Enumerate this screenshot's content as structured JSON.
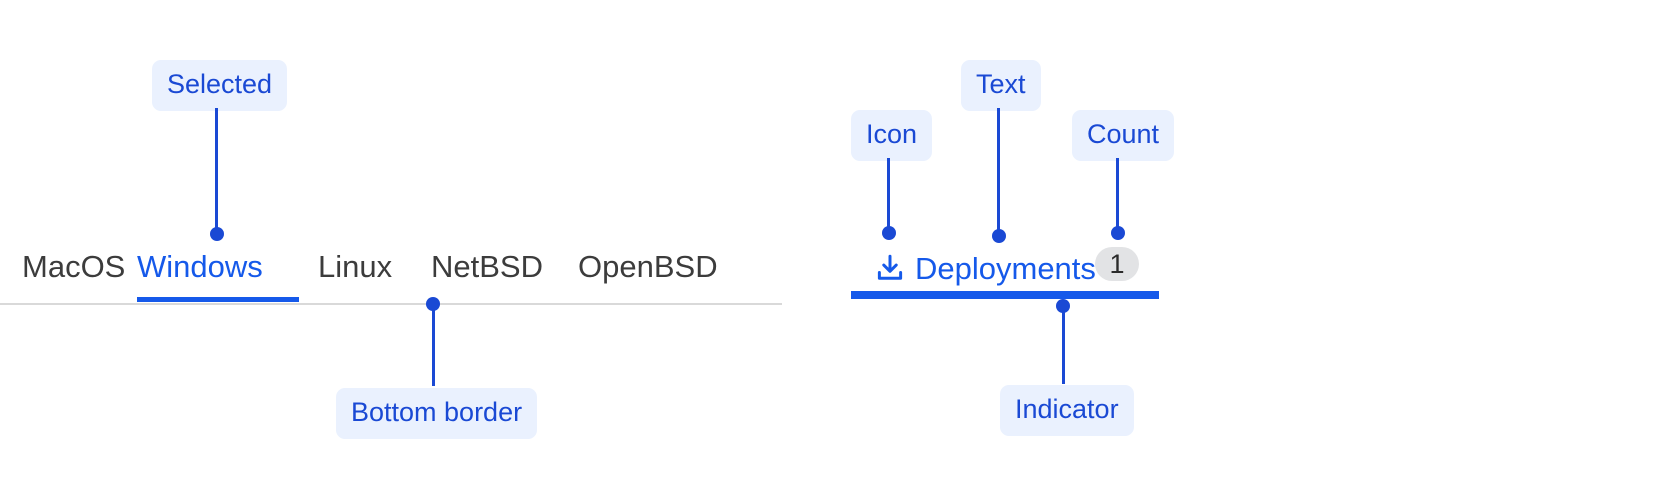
{
  "left_example": {
    "name": "os-tab-bar",
    "tabs": [
      {
        "label": "MacOS",
        "selected": false
      },
      {
        "label": "Windows",
        "selected": true
      },
      {
        "label": "Linux",
        "selected": false
      },
      {
        "label": "NetBSD",
        "selected": false
      },
      {
        "label": "OpenBSD",
        "selected": false
      }
    ],
    "annotations": [
      {
        "label": "Selected",
        "target": "selected-tab"
      },
      {
        "label": "Bottom border",
        "target": "tab-bar-bottom-border"
      }
    ]
  },
  "right_example": {
    "name": "deployments-tab",
    "icon": "download-icon",
    "text": "Deployments",
    "count": "1",
    "selected": true,
    "annotations": [
      {
        "label": "Icon",
        "target": "tab-icon"
      },
      {
        "label": "Text",
        "target": "tab-text"
      },
      {
        "label": "Count",
        "target": "tab-count-badge"
      },
      {
        "label": "Indicator",
        "target": "tab-indicator"
      }
    ]
  },
  "colors": {
    "accent": "#1559ea",
    "annotation_text": "#1a49d4",
    "annotation_bg": "#eaf1fe",
    "tab_text": "#3c3c3c",
    "divider": "#d9d9d9",
    "badge_bg": "#e2e3e5",
    "badge_text": "#2b2b2b",
    "page_bg": "#ffffff"
  }
}
